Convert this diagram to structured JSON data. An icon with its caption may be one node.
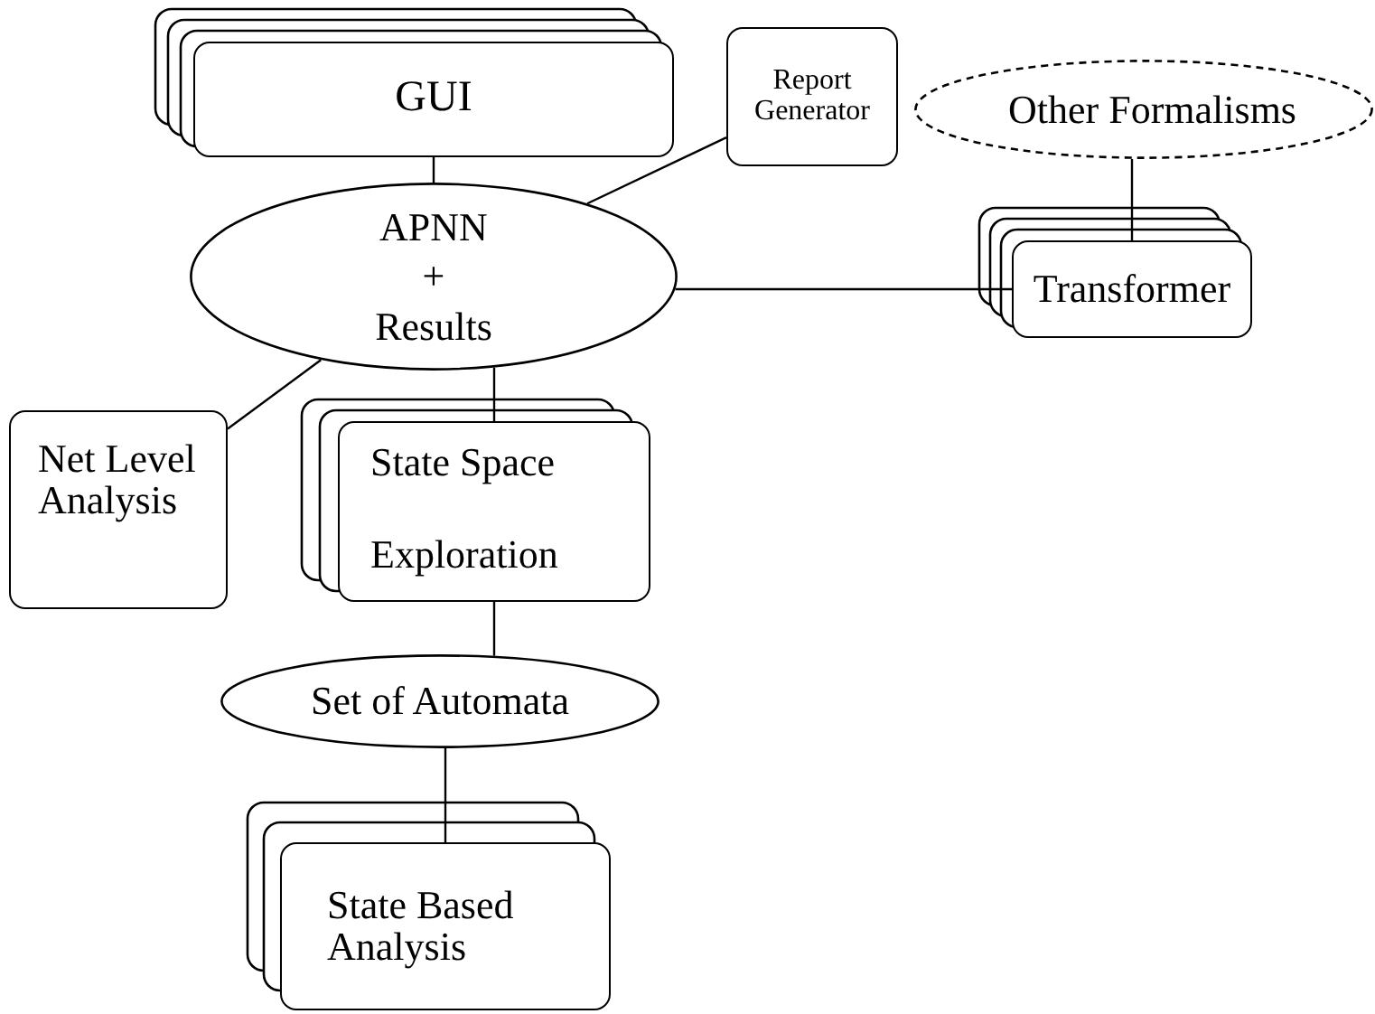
{
  "diagram": {
    "nodes": [
      {
        "text": [
          "GUI"
        ]
      },
      {
        "text": [
          "Report Generator"
        ]
      },
      {
        "text": [
          "Other Formalisms"
        ]
      },
      {
        "text": [
          "APNN",
          "+",
          "Results"
        ]
      },
      {
        "text": [
          "Transformer"
        ]
      },
      {
        "text": [
          "Net Level Analysis"
        ]
      },
      {
        "text": [
          "State Space",
          "Exploration"
        ]
      },
      {
        "text": [
          "Set of Automata"
        ]
      },
      {
        "text": [
          "State Based Analysis"
        ]
      }
    ],
    "edges": [
      {
        "from": 0,
        "to": 3,
        "arrow": "none"
      },
      {
        "from": 3,
        "to": 1,
        "arrow": "none"
      },
      {
        "from": 2,
        "to": 4,
        "arrow": "none"
      },
      {
        "from": 3,
        "to": 4,
        "arrow": "none"
      },
      {
        "from": 3,
        "to": 5,
        "arrow": "none"
      },
      {
        "from": 3,
        "to": 6,
        "arrow": "none"
      },
      {
        "from": 6,
        "to": 7,
        "arrow": "none"
      },
      {
        "from": 7,
        "to": 8,
        "arrow": "none"
      }
    ]
  }
}
